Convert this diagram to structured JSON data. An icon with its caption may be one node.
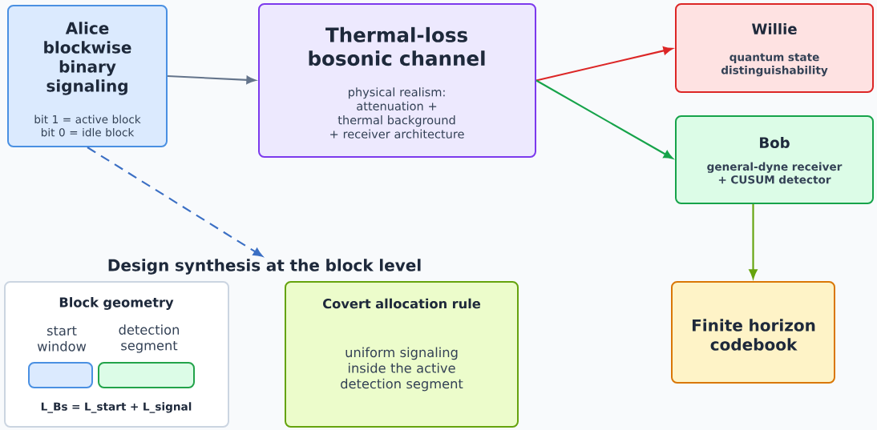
{
  "diagram": {
    "nodes": [
      {
        "text": [
          "Alice blockwise binary signaling",
          "bit 1 = active block bit 0 = idle block"
        ]
      },
      {
        "text": [
          "Thermal-loss bosonic channel",
          "physical realism: attenuation + thermal background + receiver architecture"
        ]
      },
      {
        "text": [
          "Willie",
          "quantum state distinguishability"
        ]
      },
      {
        "text": [
          "Bob",
          "general-dyne receiver + CUSUM detector"
        ]
      },
      {
        "text": [
          "Finite horizon codebook"
        ]
      },
      {
        "text": [
          "Design synthesis at the block level"
        ]
      },
      {
        "text": [
          "Block geometry",
          "L_Bs = L_start + L_signal"
        ]
      },
      {
        "text": [
          "start window"
        ],
        "in": 6
      },
      {
        "text": [
          "detection segment"
        ],
        "in": 6
      },
      {
        "text": [
          "Covert allocation rule",
          "uniform signaling inside the active detection segment"
        ]
      }
    ],
    "edges": [
      {
        "from": 0,
        "to": 1,
        "arrow": "to",
        "color": "#64748b"
      },
      {
        "from": 1,
        "to": 2,
        "arrow": "to",
        "color": "#dc2626"
      },
      {
        "from": 1,
        "to": 3,
        "arrow": "to",
        "color": "#16a34a"
      },
      {
        "from": 3,
        "to": 4,
        "arrow": "to",
        "color": "#65a30d"
      },
      {
        "from": 0,
        "to": 5,
        "arrow": "to",
        "style": "dashed",
        "color": "#3b6fc4"
      }
    ]
  }
}
